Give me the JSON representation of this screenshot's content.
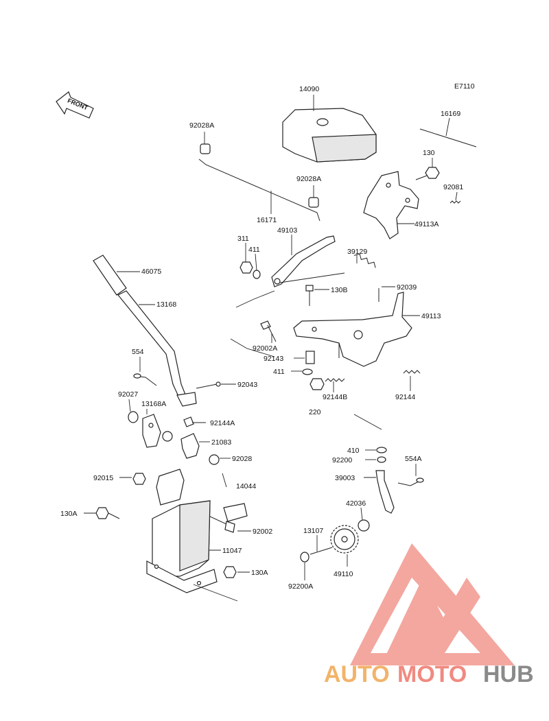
{
  "diagram": {
    "code": "E7110",
    "front_label": "FRONT",
    "watermark": {
      "auto": "AUTO",
      "moto": "MOTO",
      "hub": "HUB",
      "color_auto": "#F2B36A",
      "color_moto": "#F08A80",
      "color_hub": "#8A8A8A",
      "logo_color": "#F08A80"
    },
    "labels": {
      "l14090": "14090",
      "l16169": "16169",
      "l92028A_a": "92028A",
      "l92028A_b": "92028A",
      "l130": "130",
      "l92081": "92081",
      "l16171": "16171",
      "l49113A": "49113A",
      "l311": "311",
      "l411_a": "411",
      "l49103": "49103",
      "l39129": "39129",
      "l46075": "46075",
      "l130B": "130B",
      "l92039": "92039",
      "l13168": "13168",
      "l49113": "49113",
      "l92002A": "92002A",
      "l554": "554",
      "l92143": "92143",
      "l411_b": "411",
      "l92043": "92043",
      "l92144B": "92144B",
      "l92144": "92144",
      "l92027": "92027",
      "l13168A": "13168A",
      "l220": "220",
      "l92144A": "92144A",
      "l21083": "21083",
      "l410": "410",
      "l92028": "92028",
      "l92200": "92200",
      "l554A": "554A",
      "l92015": "92015",
      "l39003": "39003",
      "l14044": "14044",
      "l42036": "42036",
      "l130A_a": "130A",
      "l92002": "92002",
      "l13107": "13107",
      "l11047": "11047",
      "l49110": "49110",
      "l130A_b": "130A",
      "l92200A": "92200A"
    }
  }
}
